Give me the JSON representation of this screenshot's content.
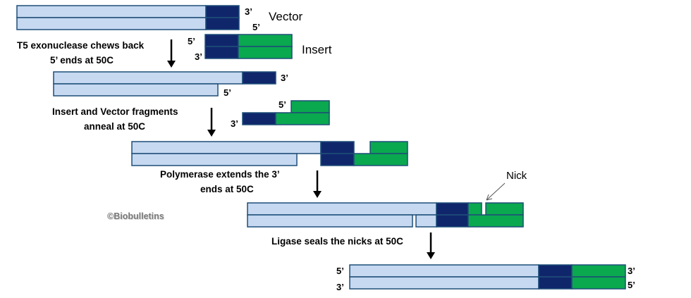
{
  "colors": {
    "vector": "#c6d9f1",
    "overlap": "#10266b",
    "insert": "#0aa84f",
    "outline": "#1f4e79",
    "arrow": "#000000"
  },
  "labels": {
    "vector": "Vector",
    "insert": "Insert",
    "nick": "Nick",
    "watermark": "©Biobulletins"
  },
  "ends": {
    "three_prime": "3’",
    "five_prime": "5’"
  },
  "steps": {
    "step1_line1": "T5 exonuclease chews back",
    "step1_line2": "5’ ends at 50C",
    "step2_line1": "Insert and Vector fragments",
    "step2_line2": "anneal at 50C",
    "step3_line1": "Polymerase extends the 3’",
    "step3_line2": "ends at 50C",
    "step4": "Ligase seals the nicks at 50C"
  }
}
